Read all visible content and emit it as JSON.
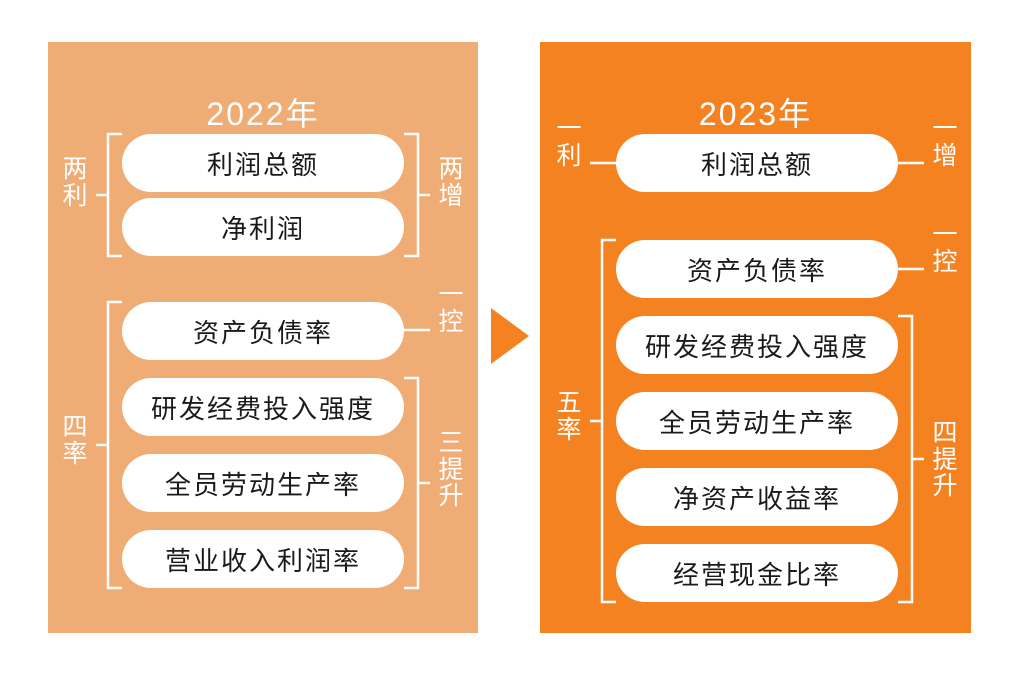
{
  "diagram": {
    "title_hidden": "",
    "arrow": "transition-arrow-right",
    "colors": {
      "panel_2022_bg": "#EFAC74",
      "panel_2023_bg": "#F58220",
      "card_bg": "#FFFFFF",
      "card_text": "#1A1A1A",
      "label_text": "#FFFFFF",
      "arrow_fill": "#F58220",
      "page_bg": "#FFFFFF"
    }
  },
  "panel_2022": {
    "title": "2022年",
    "cards": [
      {
        "label": "利润总额"
      },
      {
        "label": "净利润"
      },
      {
        "label": "资产负债率"
      },
      {
        "label": "研发经费投入强度"
      },
      {
        "label": "全员劳动生产率"
      },
      {
        "label": "营业收入利润率"
      }
    ],
    "left_brackets": [
      {
        "label": "两\n利",
        "type": "bracket",
        "spans": [
          "利润总额",
          "净利润"
        ]
      },
      {
        "label": "四\n率",
        "type": "bracket",
        "spans": [
          "资产负债率",
          "研发经费投入强度",
          "全员劳动生产率",
          "营业收入利润率"
        ]
      }
    ],
    "right_brackets": [
      {
        "label": "两\n增",
        "type": "bracket",
        "spans": [
          "利润总额",
          "净利润"
        ]
      },
      {
        "label": "一\n控",
        "type": "line",
        "spans": [
          "资产负债率"
        ]
      },
      {
        "label": "三\n提\n升",
        "type": "bracket",
        "spans": [
          "研发经费投入强度",
          "全员劳动生产率",
          "营业收入利润率"
        ]
      }
    ]
  },
  "panel_2023": {
    "title": "2023年",
    "cards": [
      {
        "label": "利润总额"
      },
      {
        "label": "资产负债率"
      },
      {
        "label": "研发经费投入强度"
      },
      {
        "label": "全员劳动生产率"
      },
      {
        "label": "净资产收益率"
      },
      {
        "label": "经营现金比率"
      }
    ],
    "left_brackets": [
      {
        "label": "一\n利",
        "type": "line",
        "spans": [
          "利润总额"
        ]
      },
      {
        "label": "五\n率",
        "type": "bracket",
        "spans": [
          "资产负债率",
          "研发经费投入强度",
          "全员劳动生产率",
          "净资产收益率",
          "经营现金比率"
        ]
      }
    ],
    "right_brackets": [
      {
        "label": "一\n增",
        "type": "line",
        "spans": [
          "利润总额"
        ]
      },
      {
        "label": "一\n控",
        "type": "line",
        "spans": [
          "资产负债率"
        ]
      },
      {
        "label": "四\n提\n升",
        "type": "bracket",
        "spans": [
          "研发经费投入强度",
          "全员劳动生产率",
          "净资产收益率",
          "经营现金比率"
        ]
      }
    ]
  }
}
